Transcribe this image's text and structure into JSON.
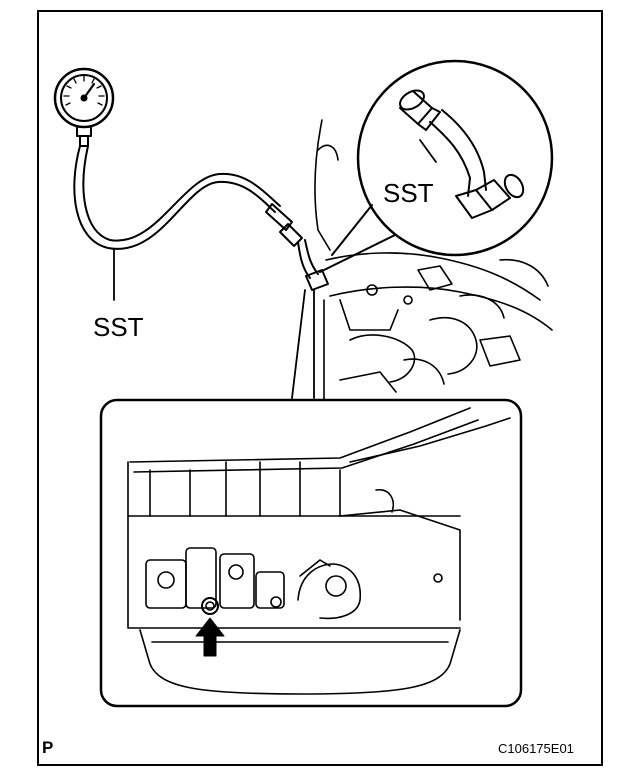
{
  "labels": {
    "sst_left": "SST",
    "sst_right": "SST",
    "corner_letter": "P",
    "figure_code": "C106175E01"
  },
  "icons": [
    "pressure-gauge-icon",
    "hose-icon",
    "adapter-fitting-icon",
    "arrow-up-icon"
  ],
  "colors": {
    "line": "#000000",
    "background": "#ffffff"
  }
}
